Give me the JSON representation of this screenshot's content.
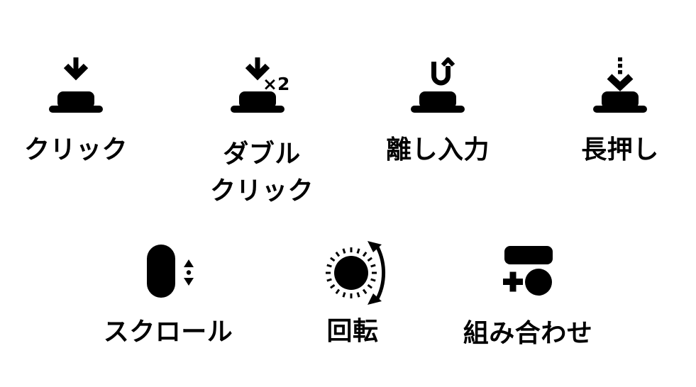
{
  "page": {
    "background_color": "#ffffff",
    "ink_color": "#000000",
    "title": "input gesture legend"
  },
  "gestures": {
    "click": {
      "label": "クリック",
      "icon": "down-arrow-on-button-icon"
    },
    "double_click": {
      "label_line1": "ダブル",
      "label_line2": "クリック",
      "multiplier": "×2",
      "icon": "down-arrow-x2-on-button-icon"
    },
    "release": {
      "label": "離し入力",
      "icon": "u-turn-up-arrow-on-button-icon"
    },
    "long_press": {
      "label": "長押し",
      "icon": "dashed-down-arrow-on-button-icon"
    },
    "scroll": {
      "label": "スクロール",
      "icon": "scroll-wheel-up-down-icon"
    },
    "rotate": {
      "label": "回転",
      "icon": "rotary-knob-curved-arrow-icon"
    },
    "combine": {
      "label": "組み合わせ",
      "icon": "button-plus-knob-icon"
    }
  }
}
